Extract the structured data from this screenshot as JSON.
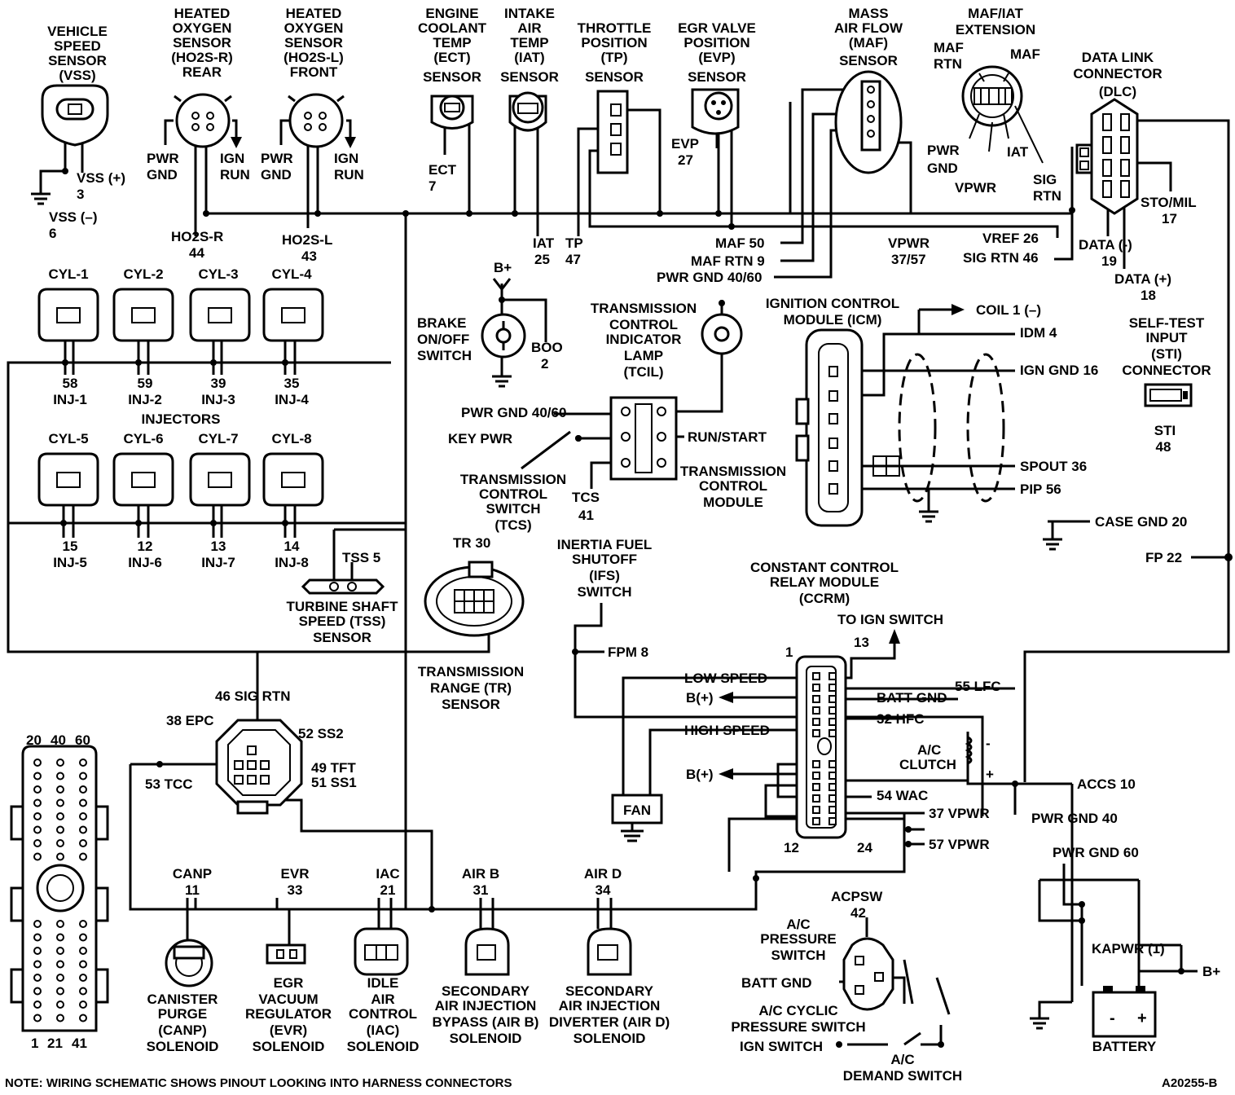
{
  "components": {
    "vss": [
      "VEHICLE",
      "SPEED",
      "SENSOR",
      "(VSS)"
    ],
    "ho2s_r": [
      "HEATED",
      "OXYGEN",
      "SENSOR",
      "(HO2S-R)",
      "REAR"
    ],
    "ho2s_l": [
      "HEATED",
      "OXYGEN",
      "SENSOR",
      "(HO2S-L)",
      "FRONT"
    ],
    "ect": [
      "ENGINE",
      "COOLANT",
      "TEMP",
      "(ECT)",
      "SENSOR"
    ],
    "iat": [
      "INTAKE",
      "AIR",
      "TEMP",
      "(IAT)",
      "SENSOR"
    ],
    "tp": [
      "THROTTLE",
      "POSITION",
      "(TP)",
      "SENSOR"
    ],
    "evp": [
      "EGR VALVE",
      "POSITION",
      "(EVP)",
      "SENSOR"
    ],
    "maf": [
      "MASS",
      "AIR FLOW",
      "(MAF)",
      "SENSOR"
    ],
    "maf_iat": [
      "MAF/IAT",
      "EXTENSION"
    ],
    "dlc": [
      "DATA LINK",
      "CONNECTOR",
      "(DLC)"
    ],
    "injectors": "INJECTORS",
    "boo": [
      "BRAKE",
      "ON/OFF",
      "SWITCH"
    ],
    "tcil": [
      "TRANSMISSION",
      "CONTROL",
      "INDICATOR",
      "LAMP",
      "(TCIL)"
    ],
    "icm": [
      "IGNITION CONTROL",
      "MODULE (ICM)"
    ],
    "sti": [
      "SELF-TEST",
      "INPUT",
      "(STI)",
      "CONNECTOR"
    ],
    "tcs": [
      "TRANSMISSION",
      "CONTROL",
      "SWITCH",
      "(TCS)"
    ],
    "tcm": [
      "TRANSMISSION",
      "CONTROL",
      "MODULE"
    ],
    "tss": [
      "TURBINE SHAFT",
      "SPEED (TSS)",
      "SENSOR"
    ],
    "tr": [
      "TRANSMISSION",
      "RANGE (TR)",
      "SENSOR"
    ],
    "ifs": [
      "INERTIA FUEL",
      "SHUTOFF",
      "(IFS)",
      "SWITCH"
    ],
    "ccrm": [
      "CONSTANT CONTROL",
      "RELAY MODULE",
      "(CCRM)"
    ],
    "canp": [
      "CANISTER",
      "PURGE",
      "(CANP)",
      "SOLENOID"
    ],
    "evr": [
      "EGR",
      "VACUUM",
      "REGULATOR",
      "(EVR)",
      "SOLENOID"
    ],
    "iac": [
      "IDLE",
      "AIR",
      "CONTROL",
      "(IAC)",
      "SOLENOID"
    ],
    "air_b": [
      "SECONDARY",
      "AIR INJECTION",
      "BYPASS (AIR B)",
      "SOLENOID"
    ],
    "air_d": [
      "SECONDARY",
      "AIR INJECTION",
      "DIVERTER (AIR D)",
      "SOLENOID"
    ],
    "acpsw": [
      "A/C",
      "PRESSURE",
      "SWITCH"
    ],
    "ac_cyclic": [
      "A/C CYCLIC",
      "PRESSURE SWITCH"
    ],
    "ac_demand": [
      "A/C",
      "DEMAND SWITCH"
    ],
    "battery": "BATTERY",
    "fan": "FAN"
  },
  "cyl_top": [
    "CYL-1",
    "CYL-2",
    "CYL-3",
    "CYL-4"
  ],
  "cyl_bottom": [
    "CYL-5",
    "CYL-6",
    "CYL-7",
    "CYL-8"
  ],
  "inj_top": [
    [
      "58",
      "INJ-1"
    ],
    [
      "59",
      "INJ-2"
    ],
    [
      "39",
      "INJ-3"
    ],
    [
      "35",
      "INJ-4"
    ]
  ],
  "inj_bottom": [
    [
      "15",
      "INJ-5"
    ],
    [
      "12",
      "INJ-6"
    ],
    [
      "13",
      "INJ-7"
    ],
    [
      "14",
      "INJ-8"
    ]
  ],
  "pins": {
    "vss_pos": "VSS (+)",
    "vss_pos_n": "3",
    "vss_neg": "VSS (–)",
    "vss_neg_n": "6",
    "pwr_gnd": [
      "PWR",
      "GND"
    ],
    "ign_run": [
      "IGN",
      "RUN"
    ],
    "ho2s_r_pin": [
      "HO2S-R",
      "44"
    ],
    "ho2s_l_pin": [
      "HO2S-L",
      "43"
    ],
    "ect_pin": [
      "ECT",
      "7"
    ],
    "iat_pin": [
      "IAT",
      "25"
    ],
    "tp_pin": [
      "TP",
      "47"
    ],
    "evp_pin": [
      "EVP",
      "27"
    ],
    "maf50": "MAF 50",
    "maf_rtn9": "MAF RTN 9",
    "pwr_gnd_4060": "PWR GND 40/60",
    "vpwr": [
      "VPWR",
      "37/57"
    ],
    "maf_rtn": [
      "MAF",
      "RTN"
    ],
    "maf": "MAF",
    "iat": "IAT",
    "vpwr_s": "VPWR",
    "sig_rtn": [
      "SIG",
      "RTN"
    ],
    "vref26": "VREF 26",
    "sig_rtn46": "SIG RTN 46",
    "data_neg": [
      "DATA (-)",
      "19"
    ],
    "data_pos": [
      "DATA (+)",
      "18"
    ],
    "sto_mil": [
      "STO/MIL",
      "17"
    ],
    "b_plus": "B+",
    "boo": [
      "BOO",
      "2"
    ],
    "coil1": "COIL 1 (–)",
    "idm4": "IDM 4",
    "ign_gnd16": "IGN GND 16",
    "spout36": "SPOUT 36",
    "pip56": "PIP 56",
    "case_gnd20": "CASE GND 20",
    "sti": [
      "STI",
      "48"
    ],
    "fp22": "FP 22",
    "pwr_gnd_tcs": "PWR GND 40/60",
    "key_pwr": "KEY PWR",
    "run_start": "RUN/START",
    "tcs41": [
      "TCS",
      "41"
    ],
    "tss5": "TSS 5",
    "tr30": "TR 30",
    "fpm8": "FPM 8",
    "to_ign": "TO IGN SWITCH",
    "pin1": "1",
    "pin13": "13",
    "pin12": "12",
    "pin24": "24",
    "low_speed": "LOW SPEED",
    "b_plus_out": "B(+)",
    "high_speed": "HIGH SPEED",
    "lfc55": "55 LFC",
    "batt_gnd": "BATT GND",
    "hfc32": "32 HFC",
    "ac_clutch": [
      "A/C",
      "CLUTCH"
    ],
    "wac54": "54 WAC",
    "vpwr37": "37 VPWR",
    "vpwr57": "57 VPWR",
    "accs10": "ACCS 10",
    "pwr_gnd40": "PWR GND 40",
    "pwr_gnd60": "PWR GND 60",
    "kapwr": "KAPWR (1)",
    "acpsw42": [
      "ACPSW",
      "42"
    ],
    "batt_gnd_sw": "BATT GND",
    "ign_switch": "IGN SWITCH",
    "sig_rtn46_tr": "46 SIG RTN",
    "epc38": "38 EPC",
    "ss2_52": "52 SS2",
    "tft49": "49 TFT",
    "tcc53": "53 TCC",
    "ss1_51": "51 SS1",
    "canp11": [
      "CANP",
      "11"
    ],
    "evr33": [
      "EVR",
      "33"
    ],
    "iac21": [
      "IAC",
      "21"
    ],
    "airb31": [
      "AIR B",
      "31"
    ],
    "aird34": [
      "AIR D",
      "34"
    ],
    "pcm_top": [
      "20",
      "40",
      "60"
    ],
    "pcm_bottom": [
      "1",
      "21",
      "41"
    ],
    "minus": "-",
    "plus": "+"
  },
  "note": "NOTE: WIRING SCHEMATIC SHOWS PINOUT LOOKING INTO HARNESS CONNECTORS",
  "figure_id": "A20255-B"
}
